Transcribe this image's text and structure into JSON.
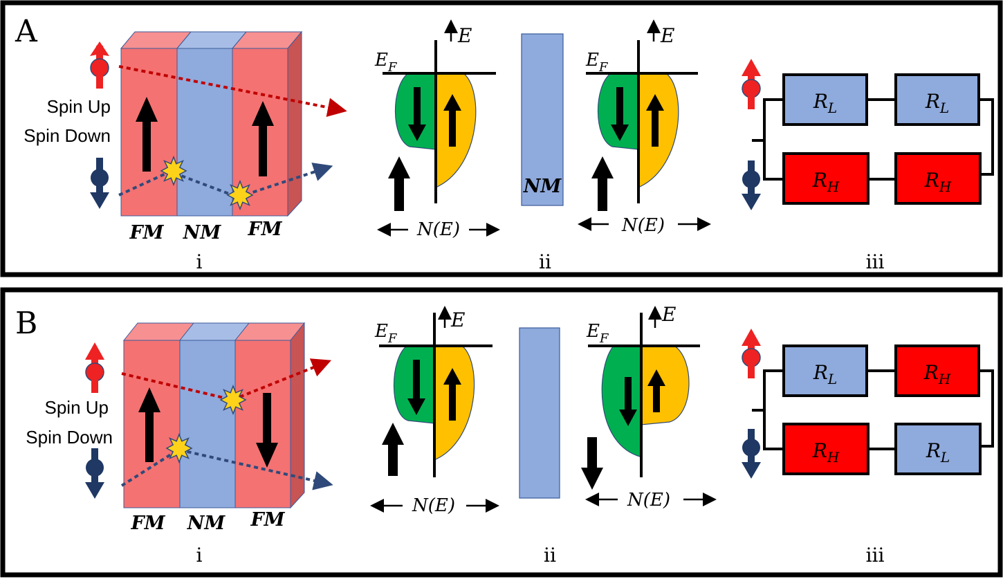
{
  "panels": [
    {
      "letter": "A",
      "stack": {
        "layer_labels": [
          "FM",
          "NM",
          "FM"
        ],
        "legend_up": "Spin Up",
        "legend_down": "Spin Down",
        "magnetization": [
          "up",
          "up"
        ]
      },
      "dos": {
        "energy_label": "E",
        "fermi_label": "E",
        "fermi_sub": "F",
        "dos_label": "N(E)",
        "spacer_label": "NM",
        "left_moment": "up",
        "right_moment": "up"
      },
      "circuit": {
        "top": [
          {
            "label": "R",
            "sub": "L",
            "kind": "low"
          },
          {
            "label": "R",
            "sub": "L",
            "kind": "low"
          }
        ],
        "bottom": [
          {
            "label": "R",
            "sub": "H",
            "kind": "high"
          },
          {
            "label": "R",
            "sub": "H",
            "kind": "high"
          }
        ]
      },
      "sub_labels": [
        "i",
        "ii",
        "iii"
      ]
    },
    {
      "letter": "B",
      "stack": {
        "layer_labels": [
          "FM",
          "NM",
          "FM"
        ],
        "legend_up": "Spin Up",
        "legend_down": "Spin Down",
        "magnetization": [
          "up",
          "down"
        ]
      },
      "dos": {
        "energy_label": "E",
        "fermi_label": "E",
        "fermi_sub": "F",
        "dos_label": "N(E)",
        "spacer_label": "",
        "left_moment": "up",
        "right_moment": "down"
      },
      "circuit": {
        "top": [
          {
            "label": "R",
            "sub": "L",
            "kind": "low"
          },
          {
            "label": "R",
            "sub": "H",
            "kind": "high"
          }
        ],
        "bottom": [
          {
            "label": "R",
            "sub": "H",
            "kind": "high"
          },
          {
            "label": "R",
            "sub": "L",
            "kind": "low"
          }
        ]
      },
      "sub_labels": [
        "i",
        "ii",
        "iii"
      ]
    }
  ],
  "colors": {
    "ferromagnet": "#f47272",
    "ferromagnet_side": "#c85454",
    "ferromagnet_top": "#f79090",
    "nonmagnet": "#8faadc",
    "nonmagnet_top": "#a8bde6",
    "spin_up": "#ee2222",
    "spin_down": "#1f3864",
    "spin_up_path": "#c00000",
    "spin_down_path": "#2f4a7a",
    "dos_minority": "#00b050",
    "dos_majority": "#ffc000",
    "scatter_star": "#ffd21a",
    "resistor_low": "#8faadc",
    "resistor_high": "#ff0000",
    "frame": "#000000"
  }
}
